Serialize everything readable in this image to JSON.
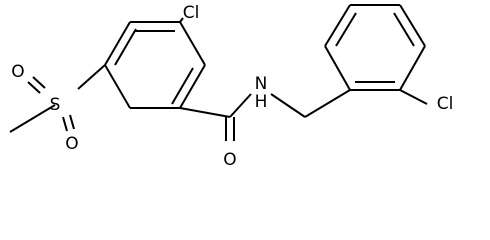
{
  "molecule": {
    "atoms": {
      "cl_ring": "Cl",
      "cl_benzyl": "Cl",
      "nitrogen_h": "N\nH",
      "carbonyl_o": "O",
      "sulfur": "S",
      "sulfonyl_o_upper": "O",
      "sulfonyl_o_lower": "O"
    }
  },
  "colors": {
    "bond": "#000000",
    "label": "#000000",
    "background": "#ffffff"
  }
}
